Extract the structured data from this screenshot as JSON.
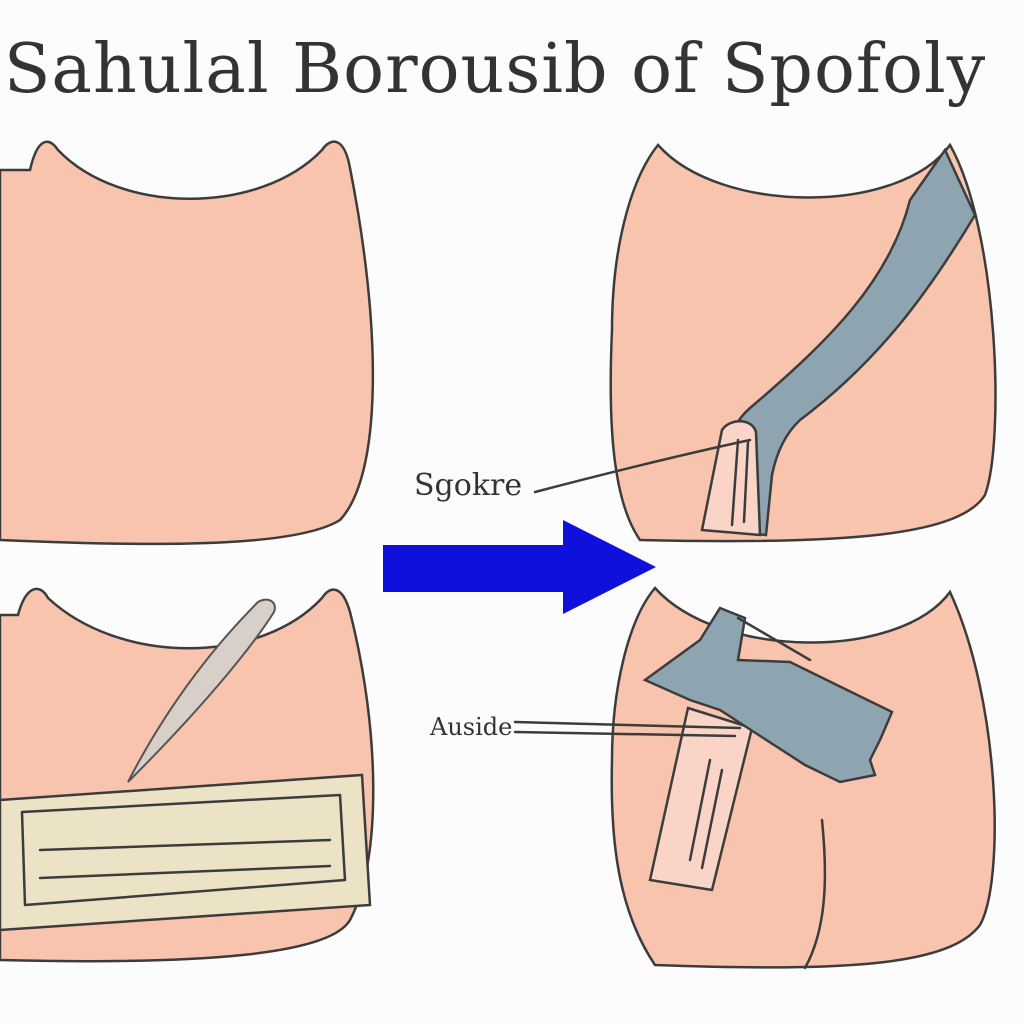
{
  "title": "Sahulal Borousib of Spofoly",
  "labels": {
    "upper": "Sgokre",
    "lower": "Auside"
  },
  "colors": {
    "background": "#fcfcfc",
    "skin": "#f8c4ad",
    "skin_outline": "#3c3c3c",
    "strap": "#8ea4b0",
    "strap_outline": "#3c3c3c",
    "arrow": "#1010dd",
    "bandage": "#ece3c6",
    "text": "#333333"
  },
  "icons": {
    "arrow": "right-arrow-icon"
  }
}
